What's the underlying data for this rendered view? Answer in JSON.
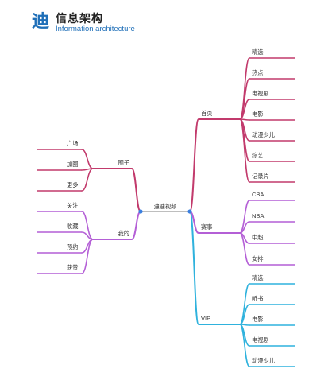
{
  "header": {
    "logo_icon": "di-character-logo",
    "logo_text": "迪",
    "title": "信息架构",
    "subtitle": "Information architecture"
  },
  "colors": {
    "root_link": "#a9a9a9",
    "home": "#c23a6c",
    "events": "#b45fd6",
    "vip": "#2fb2dd",
    "circle": "#c23a6c",
    "mine": "#b45fd6",
    "logo": "#1f6fb8",
    "node_dot": "#3a7fe0"
  },
  "mindmap": {
    "root": "迪迪视频",
    "right": [
      {
        "label": "首页",
        "color_key": "home",
        "children": [
          "精选",
          "热点",
          "电视剧",
          "电影",
          "动漫少儿",
          "综艺",
          "记录片"
        ]
      },
      {
        "label": "赛事",
        "color_key": "events",
        "children": [
          "CBA",
          "NBA",
          "中超",
          "女排"
        ]
      },
      {
        "label": "VIP",
        "color_key": "vip",
        "children": [
          "精选",
          "听书",
          "电影",
          "电视剧",
          "动漫少儿"
        ]
      }
    ],
    "left": [
      {
        "label": "圈子",
        "color_key": "circle",
        "children": [
          "广场",
          "加圈",
          "更多"
        ]
      },
      {
        "label": "我的",
        "color_key": "mine",
        "children": [
          "关注",
          "收藏",
          "预约",
          "获赞"
        ]
      }
    ]
  }
}
